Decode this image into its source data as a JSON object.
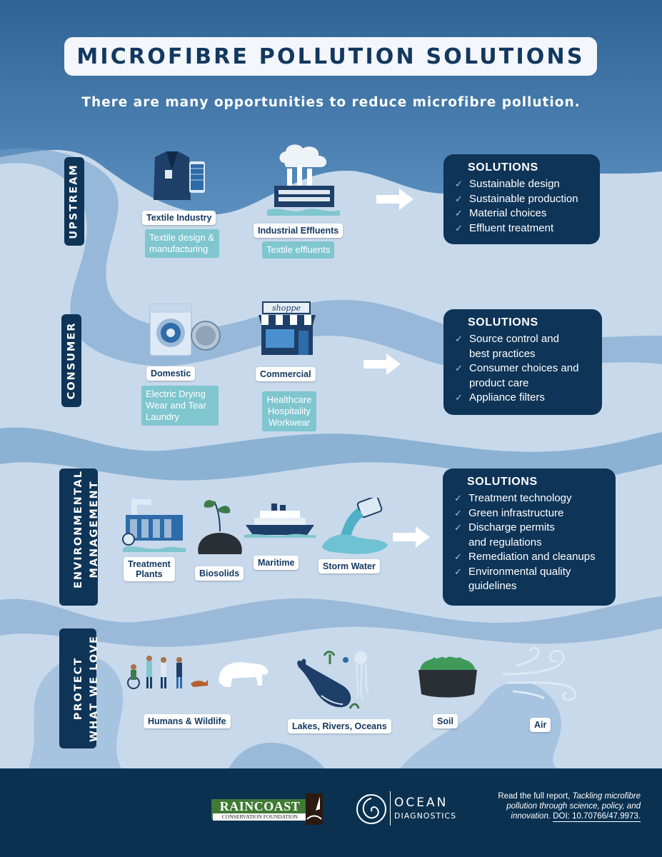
{
  "header": {
    "title": "MICROFIBRE POLLUTION SOLUTIONS",
    "subtitle": "There are many opportunities to reduce microfibre pollution."
  },
  "sections": {
    "upstream": {
      "tab": "UPSTREAM",
      "sources": [
        {
          "label": "Textile Industry",
          "detail": "Textile design & manufacturing"
        },
        {
          "label": "Industrial Effluents",
          "detail": "Textile effluents"
        }
      ],
      "solutions_title": "SOLUTIONS",
      "solutions": [
        "Sustainable design",
        "Sustainable production",
        "Material choices",
        "Effluent treatment"
      ]
    },
    "consumer": {
      "tab": "CONSUMER",
      "sources": [
        {
          "label": "Domestic",
          "detail": "Electric Drying\nWear and Tear\nLaundry"
        },
        {
          "label": "Commercial",
          "detail": "Healthcare\nHospitality\nWorkwear"
        }
      ],
      "shop_sign": "shoppe",
      "solutions_title": "SOLUTIONS",
      "solutions": [
        "Source control and\nbest practices",
        "Consumer choices and\nproduct care",
        "Appliance filters"
      ]
    },
    "environmental": {
      "tab_line1": "ENVIRONMENTAL",
      "tab_line2": "MANAGEMENT",
      "sources": [
        {
          "label": "Treatment\nPlants"
        },
        {
          "label": "Biosolids"
        },
        {
          "label": "Maritime"
        },
        {
          "label": "Storm Water"
        }
      ],
      "solutions_title": "SOLUTIONS",
      "solutions": [
        "Treatment technology",
        "Green infrastructure",
        "Discharge permits\nand regulations",
        "Remediation and cleanups",
        "Environmental quality\nguidelines"
      ]
    },
    "protect": {
      "tab_line1": "PROTECT",
      "tab_line2": "WHAT WE LOVE",
      "items": [
        {
          "label": "Humans & Wildlife"
        },
        {
          "label": "Lakes, Rivers, Oceans"
        },
        {
          "label": "Soil"
        },
        {
          "label": "Air"
        }
      ]
    }
  },
  "footer": {
    "raincoast_name": "RAINCOAST",
    "raincoast_sub": "CONSERVATION FOUNDATION",
    "ocean_line1": "OCEAN",
    "ocean_line2": "DIAGNOSTICS",
    "report_prefix": "Read the full report,",
    "report_title": "Tackling microfibre pollution through science, policy, and innovation.",
    "doi": "DOI: 10.70766/47.9973."
  },
  "colors": {
    "navy": "#0e3457",
    "teal_label": "#7fc6cf",
    "background_light": "#c6d9ec",
    "background_dark": "#3a6fa2"
  }
}
